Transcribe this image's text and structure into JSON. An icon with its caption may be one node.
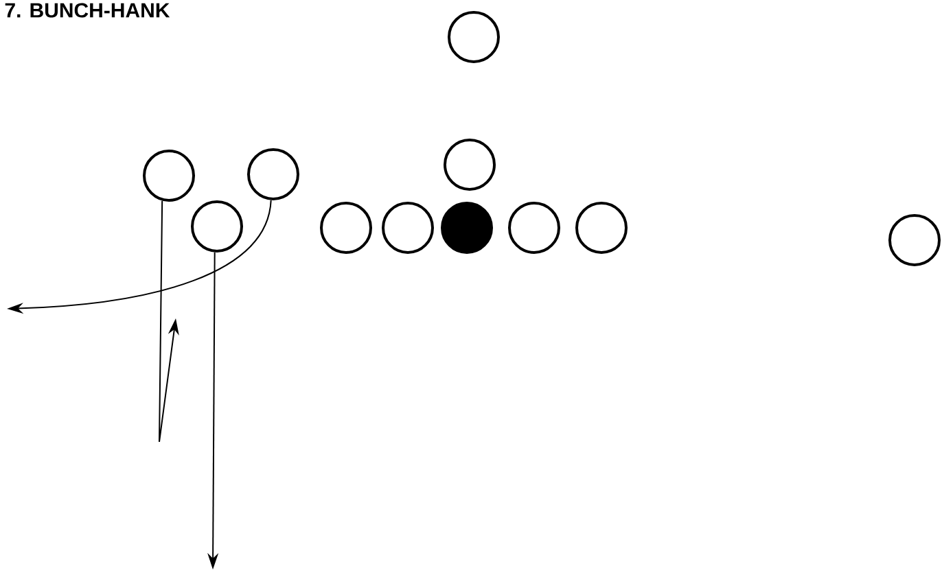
{
  "diagram": {
    "title": "7. BUNCH-HANK",
    "nodes": [
      {
        "text": [],
        "shape": "circle"
      },
      {
        "text": [],
        "shape": "circle"
      },
      {
        "text": [],
        "shape": "circle"
      },
      {
        "text": [],
        "shape": "circle"
      },
      {
        "text": [],
        "shape": "circle"
      },
      {
        "text": [],
        "shape": "circle"
      },
      {
        "text": [],
        "shape": "circle"
      },
      {
        "text": [],
        "shape": "dot"
      },
      {
        "text": [],
        "shape": "circle"
      },
      {
        "text": [],
        "shape": "circle"
      },
      {
        "text": [],
        "shape": "circle"
      }
    ],
    "edges": [
      {
        "from": 2,
        "to": null,
        "arrow": "to"
      },
      {
        "from": 3,
        "to": null,
        "arrow": "to"
      },
      {
        "from": 4,
        "to": null,
        "arrow": "to"
      }
    ]
  }
}
